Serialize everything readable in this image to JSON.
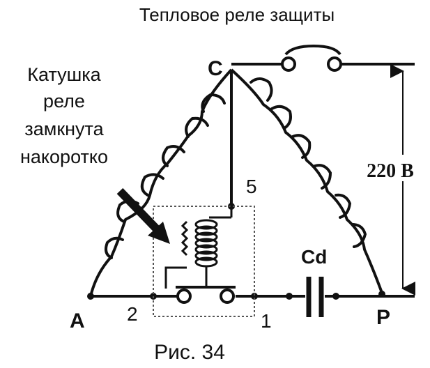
{
  "title": "Тепловое реле защиты",
  "caption": "Рис. 34",
  "annotation": {
    "line1": "Катушка",
    "line2": "реле",
    "line3": "замкнута",
    "line4": "накоротко"
  },
  "nodes": {
    "c": "C",
    "a": "A",
    "p": "P",
    "n5": "5",
    "n2": "2",
    "n1": "1"
  },
  "capacitor_label": "Cd",
  "voltage_label": "220 В",
  "colors": {
    "ink": "#111111",
    "background": "#ffffff",
    "relay_box": "#555555"
  }
}
